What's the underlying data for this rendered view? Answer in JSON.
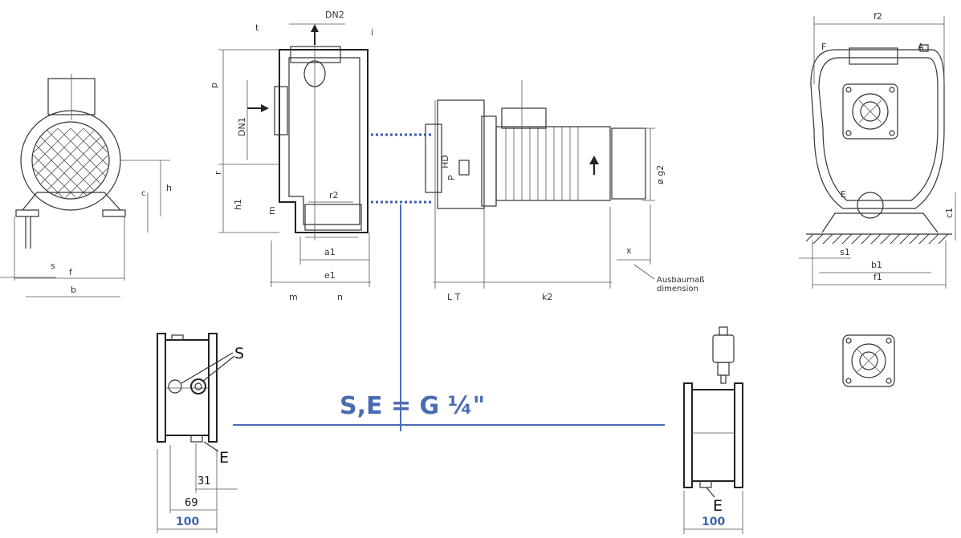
{
  "side_view": {
    "dims": {
      "s": "s",
      "b": "b",
      "f": "f",
      "h": "h",
      "c": "c"
    }
  },
  "section_view": {
    "dims": {
      "DN2": "DN2",
      "t_top": "t",
      "i": "i",
      "p": "p",
      "DN1": "DN1",
      "r": "r",
      "h1": "h1",
      "r2": "r2",
      "m_label": "m",
      "a1": "a1",
      "e1": "e1",
      "m": "m",
      "n": "n"
    }
  },
  "motor_view": {
    "dims": {
      "HD": "HD",
      "P": "P",
      "g2": "ø g2",
      "x": "x",
      "LT": "L T",
      "k2": "k2"
    },
    "note_line1": "Ausbaumaß",
    "note_line2": "dimension"
  },
  "front_view": {
    "dims": {
      "f2": "f2",
      "F": "F",
      "A": "A",
      "E": "E",
      "c1": "c1",
      "s1": "s1",
      "b1": "b1",
      "f1": "f1"
    }
  },
  "left_detail": {
    "label_S": "S",
    "label_E": "E",
    "dim_31": "31",
    "dim_69": "69",
    "dim_100": "100"
  },
  "right_detail": {
    "label_E": "E",
    "dim_100": "100"
  },
  "connection_note": "S,E = G ¼\"",
  "colors": {
    "accent": "#4a6cb3",
    "line": "#333333"
  }
}
